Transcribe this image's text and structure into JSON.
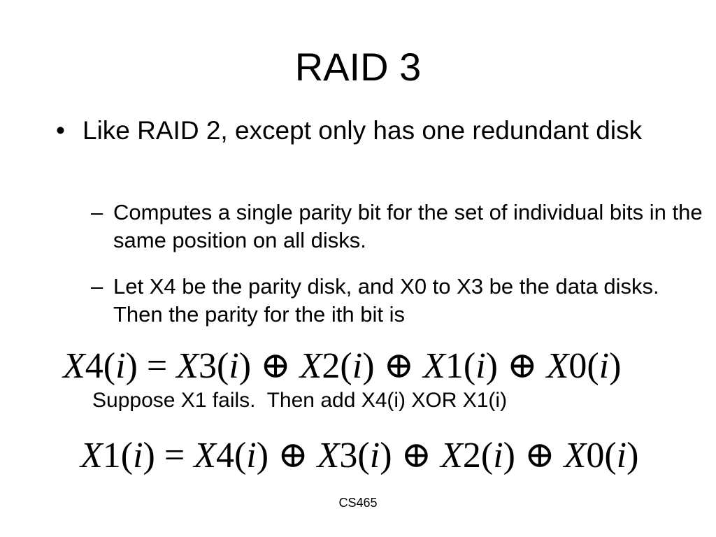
{
  "slide": {
    "title": "RAID 3",
    "bullets": [
      {
        "marker": "•",
        "text": "Like RAID 2, except only has one redundant disk",
        "sub": [
          {
            "marker": "–",
            "text": "Computes a single parity bit for the set of individual bits in the same position on all disks."
          },
          {
            "marker": "–",
            "text": "Let X4 be the parity disk, and X0 to X3 be the data disks.  Then the parity for the ith bit is"
          }
        ]
      }
    ],
    "formula1": {
      "lhs_var": "X",
      "lhs_rest": "4(",
      "lhs_i": "i",
      "lhs_close": ")",
      "equals": " = ",
      "terms": [
        {
          "var": "X",
          "num": "3(",
          "i": "i",
          "close": ")"
        },
        {
          "var": "X",
          "num": "2(",
          "i": "i",
          "close": ")"
        },
        {
          "var": "X",
          "num": "1(",
          "i": "i",
          "close": ")"
        },
        {
          "var": "X",
          "num": "0(",
          "i": "i",
          "close": ")"
        }
      ],
      "xor": " ⊕ "
    },
    "note": "Suppose X1 fails.  Then add X4(i) XOR X1(i)",
    "formula2": {
      "lhs_var": "X",
      "lhs_rest": "1(",
      "lhs_i": "i",
      "lhs_close": ")",
      "equals": " = ",
      "terms": [
        {
          "var": "X",
          "num": "4(",
          "i": "i",
          "close": ")"
        },
        {
          "var": "X",
          "num": "3(",
          "i": "i",
          "close": ")"
        },
        {
          "var": "X",
          "num": "2(",
          "i": "i",
          "close": ")"
        },
        {
          "var": "X",
          "num": "0(",
          "i": "i",
          "close": ")"
        }
      ],
      "xor": " ⊕ "
    },
    "footer": "CS465"
  }
}
